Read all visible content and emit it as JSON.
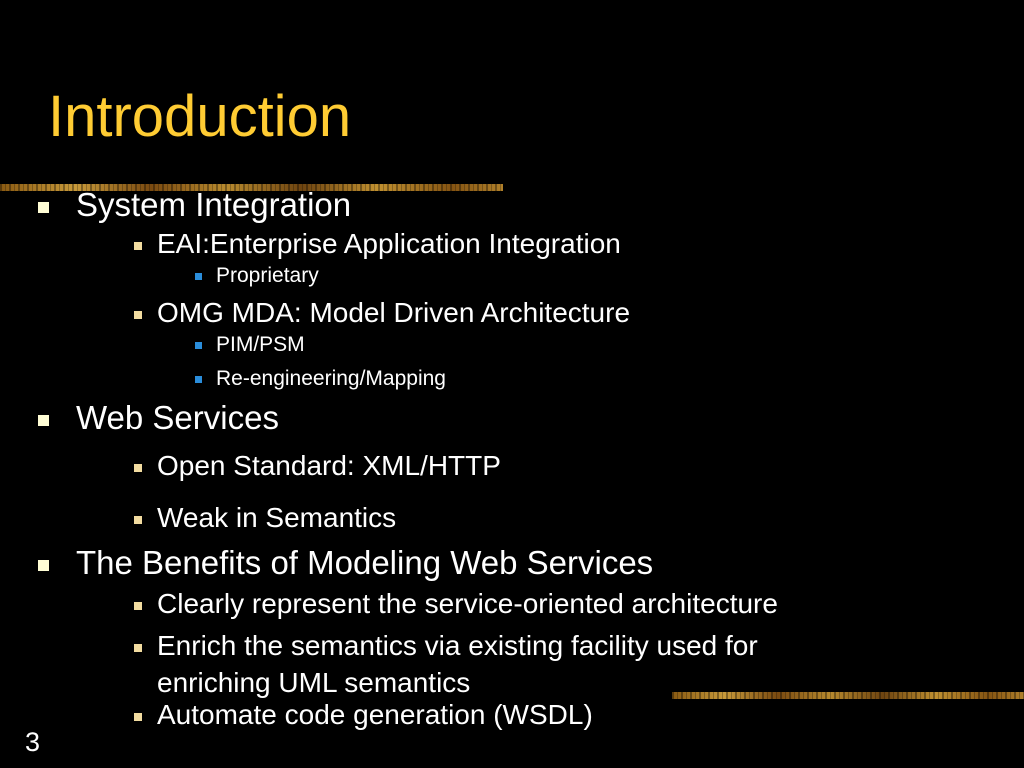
{
  "slide": {
    "title": "Introduction",
    "page_number": "3",
    "bullets": [
      {
        "text": "System Integration"
      },
      {
        "text": "EAI:Enterprise Application Integration"
      },
      {
        "text": "Proprietary"
      },
      {
        "text": "OMG MDA: Model Driven Architecture"
      },
      {
        "text": "PIM/PSM"
      },
      {
        "text": "Re-engineering/Mapping"
      },
      {
        "text": "Web Services"
      },
      {
        "text": "Open Standard: XML/HTTP"
      },
      {
        "text": "Weak in Semantics"
      },
      {
        "text": "The Benefits of Modeling Web Services"
      },
      {
        "text": "Clearly represent the service-oriented architecture"
      },
      {
        "text": "Enrich the semantics via existing facility used for"
      },
      {
        "text": "enriching UML semantics"
      },
      {
        "text": "Automate code generation (WSDL)"
      }
    ]
  },
  "colors": {
    "background": "#000000",
    "title": "#ffcc33",
    "text": "#ffffff",
    "level1_bullet": "#fffdd5",
    "level2_bullet": "#f2dca0",
    "level3_bullet": "#2a8ddb"
  }
}
